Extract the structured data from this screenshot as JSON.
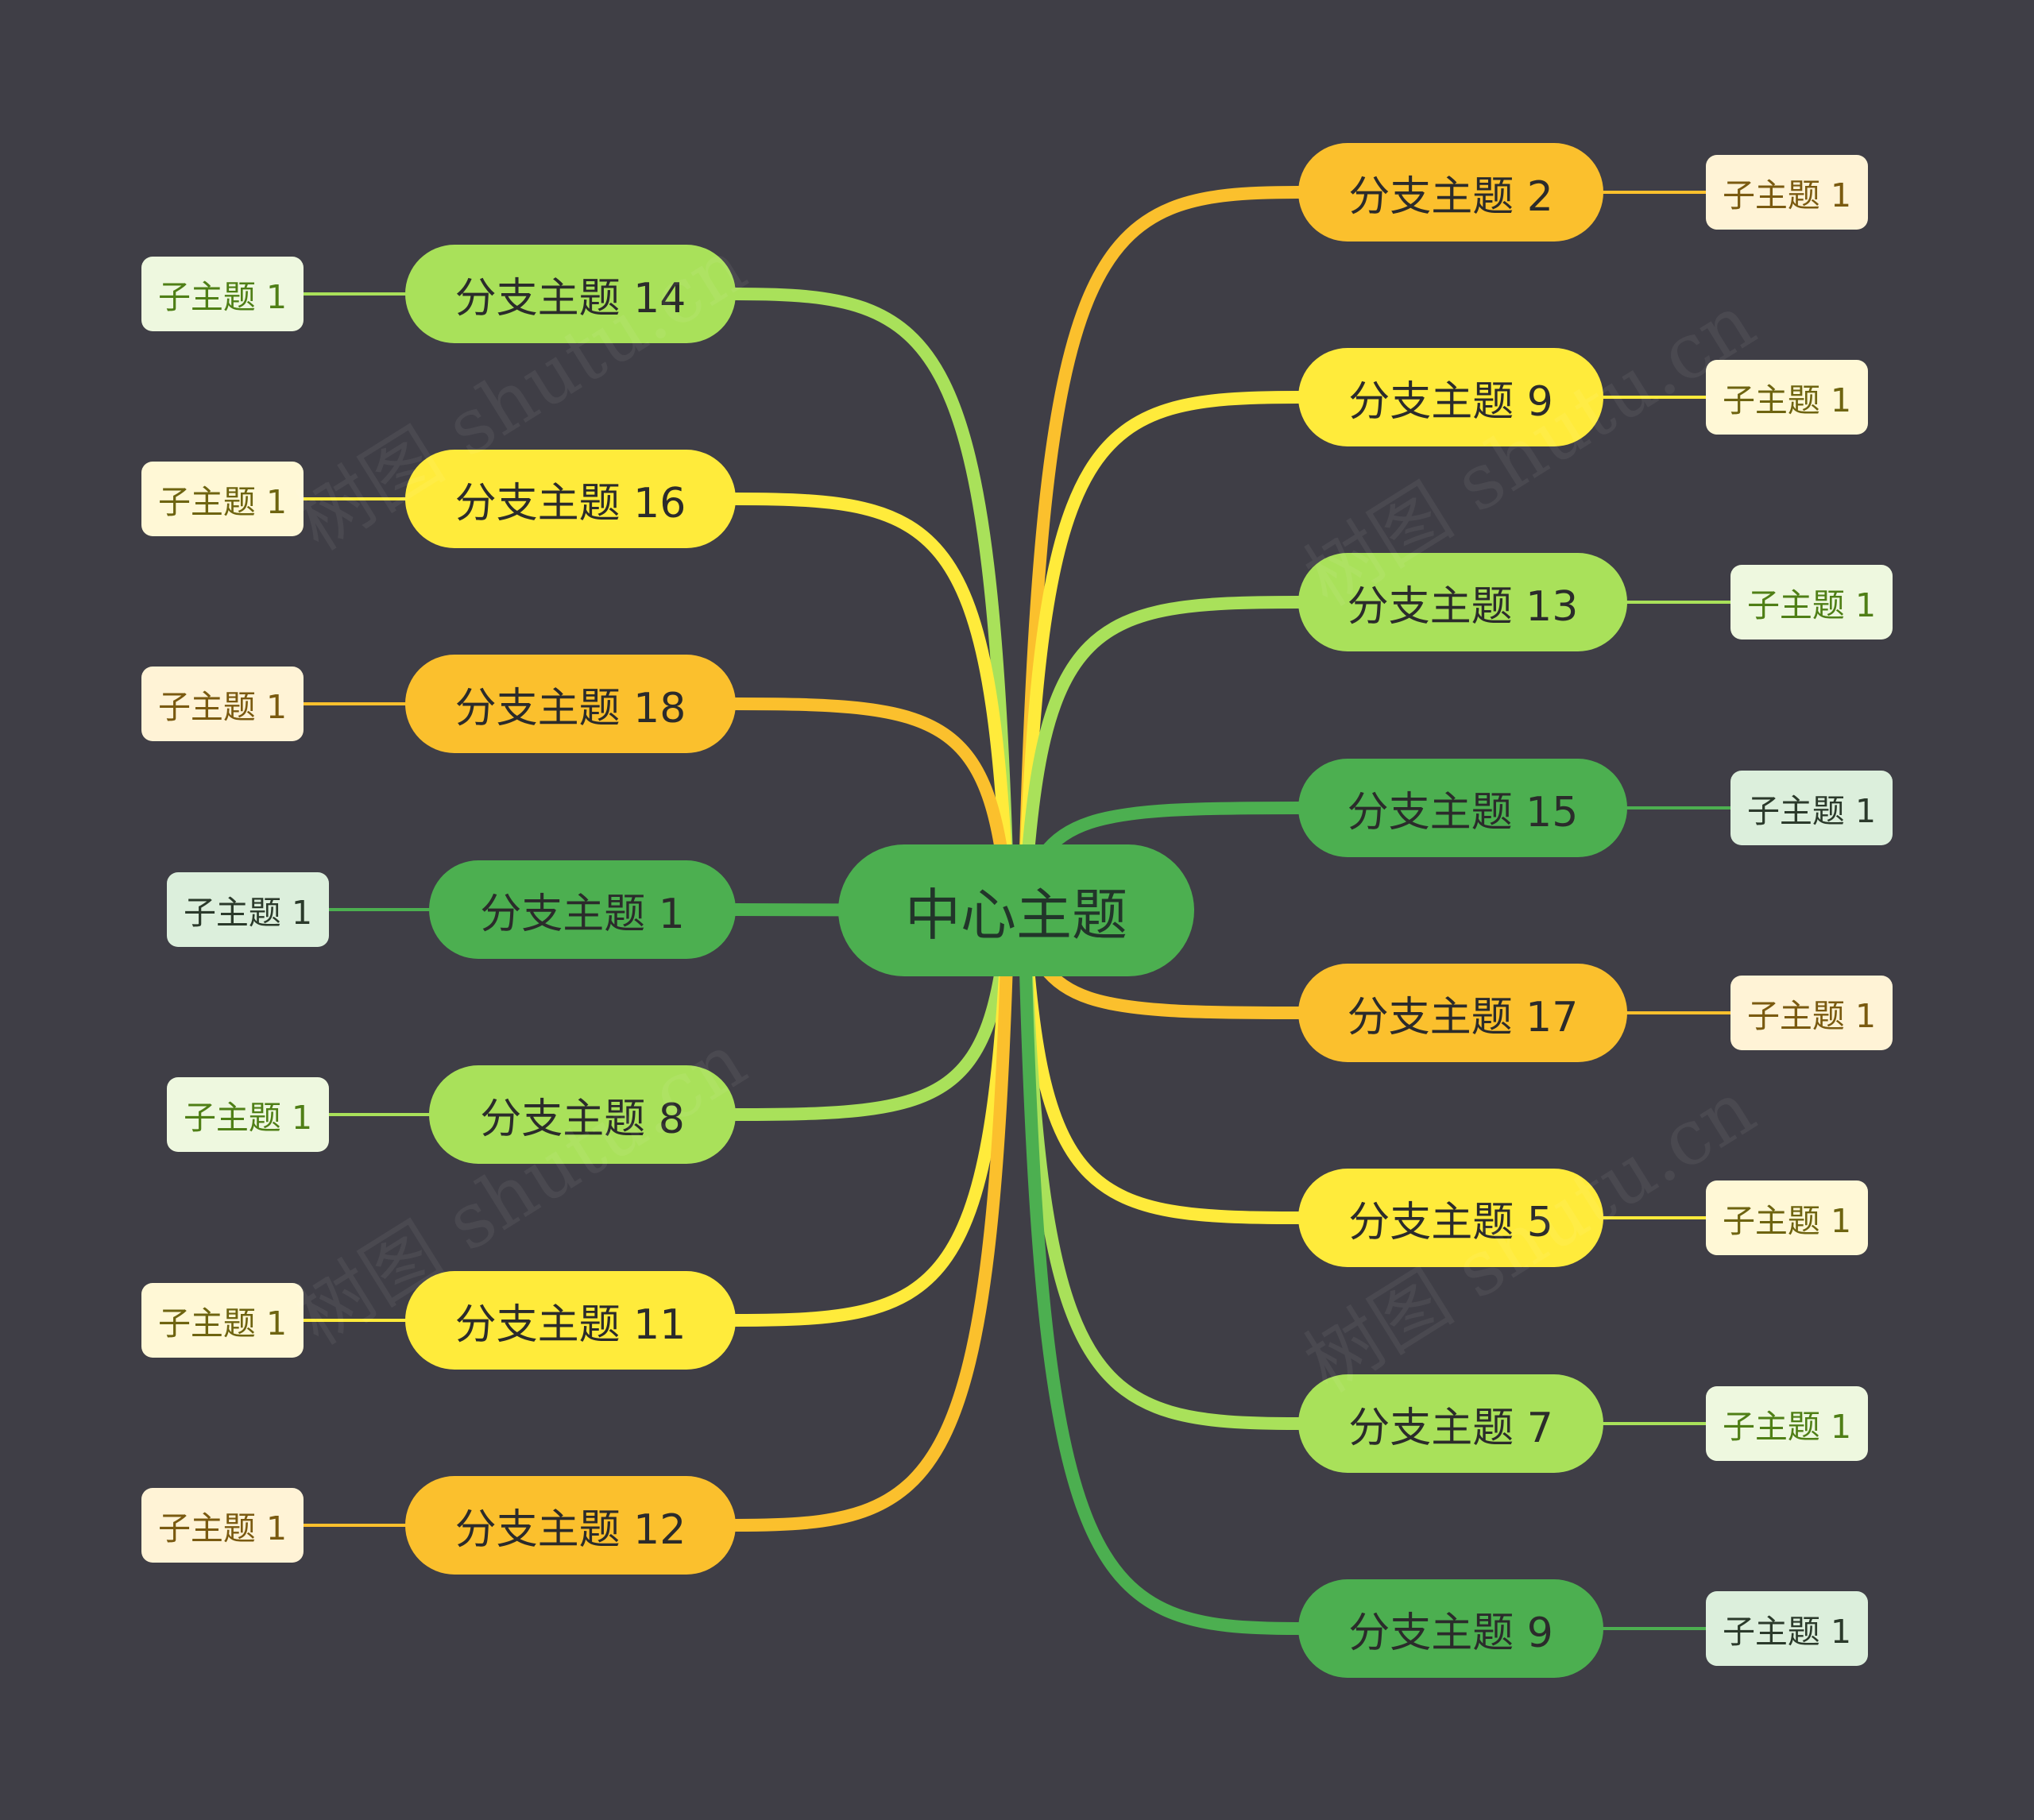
{
  "background": "#3f3e46",
  "palette": {
    "dark_green": {
      "fill": "#4caf50",
      "leaf_fill": "#dcefdc",
      "leaf_text": "#2b3a2b",
      "line": "#4caf50"
    },
    "light_green": {
      "fill": "#a9e15a",
      "leaf_fill": "#eef8df",
      "leaf_text": "#4f7f16",
      "line": "#a9e15a"
    },
    "yellow": {
      "fill": "#ffeb3b",
      "leaf_fill": "#fff8d6",
      "leaf_text": "#6e6410",
      "line": "#ffeb3b"
    },
    "orange": {
      "fill": "#fbc02d",
      "leaf_fill": "#fff3d6",
      "leaf_text": "#7a5a10",
      "line": "#fbc02d"
    }
  },
  "center": {
    "label": "中心主题",
    "color": "dark_green"
  },
  "branches": [
    {
      "label": "分支主题 2",
      "color": "orange",
      "side": "right",
      "child": "子主题 1"
    },
    {
      "label": "分支主题 9",
      "color": "yellow",
      "side": "right",
      "child": "子主题 1"
    },
    {
      "label": "分支主题 13",
      "color": "light_green",
      "side": "right",
      "child": "子主题 1"
    },
    {
      "label": "分支主题 15",
      "color": "dark_green",
      "side": "right",
      "child": "子主题 1"
    },
    {
      "label": "分支主题 17",
      "color": "orange",
      "side": "right",
      "child": "子主题 1"
    },
    {
      "label": "分支主题 5",
      "color": "yellow",
      "side": "right",
      "child": "子主题 1"
    },
    {
      "label": "分支主题 7",
      "color": "light_green",
      "side": "right",
      "child": "子主题 1"
    },
    {
      "label": "分支主题 9",
      "color": "dark_green",
      "side": "right",
      "child": "子主题 1"
    },
    {
      "label": "分支主题 14",
      "color": "light_green",
      "side": "left",
      "child": "子主题 1"
    },
    {
      "label": "分支主题 16",
      "color": "yellow",
      "side": "left",
      "child": "子主题 1"
    },
    {
      "label": "分支主题 18",
      "color": "orange",
      "side": "left",
      "child": "子主题 1"
    },
    {
      "label": "分支主题 1",
      "color": "dark_green",
      "side": "left",
      "child": "子主题 1"
    },
    {
      "label": "分支主题 8",
      "color": "light_green",
      "side": "left",
      "child": "子主题 1"
    },
    {
      "label": "分支主题 11",
      "color": "yellow",
      "side": "left",
      "child": "子主题 1"
    },
    {
      "label": "分支主题 12",
      "color": "orange",
      "side": "left",
      "child": "子主题 1"
    }
  ],
  "watermark": "树图 shutu.cn"
}
